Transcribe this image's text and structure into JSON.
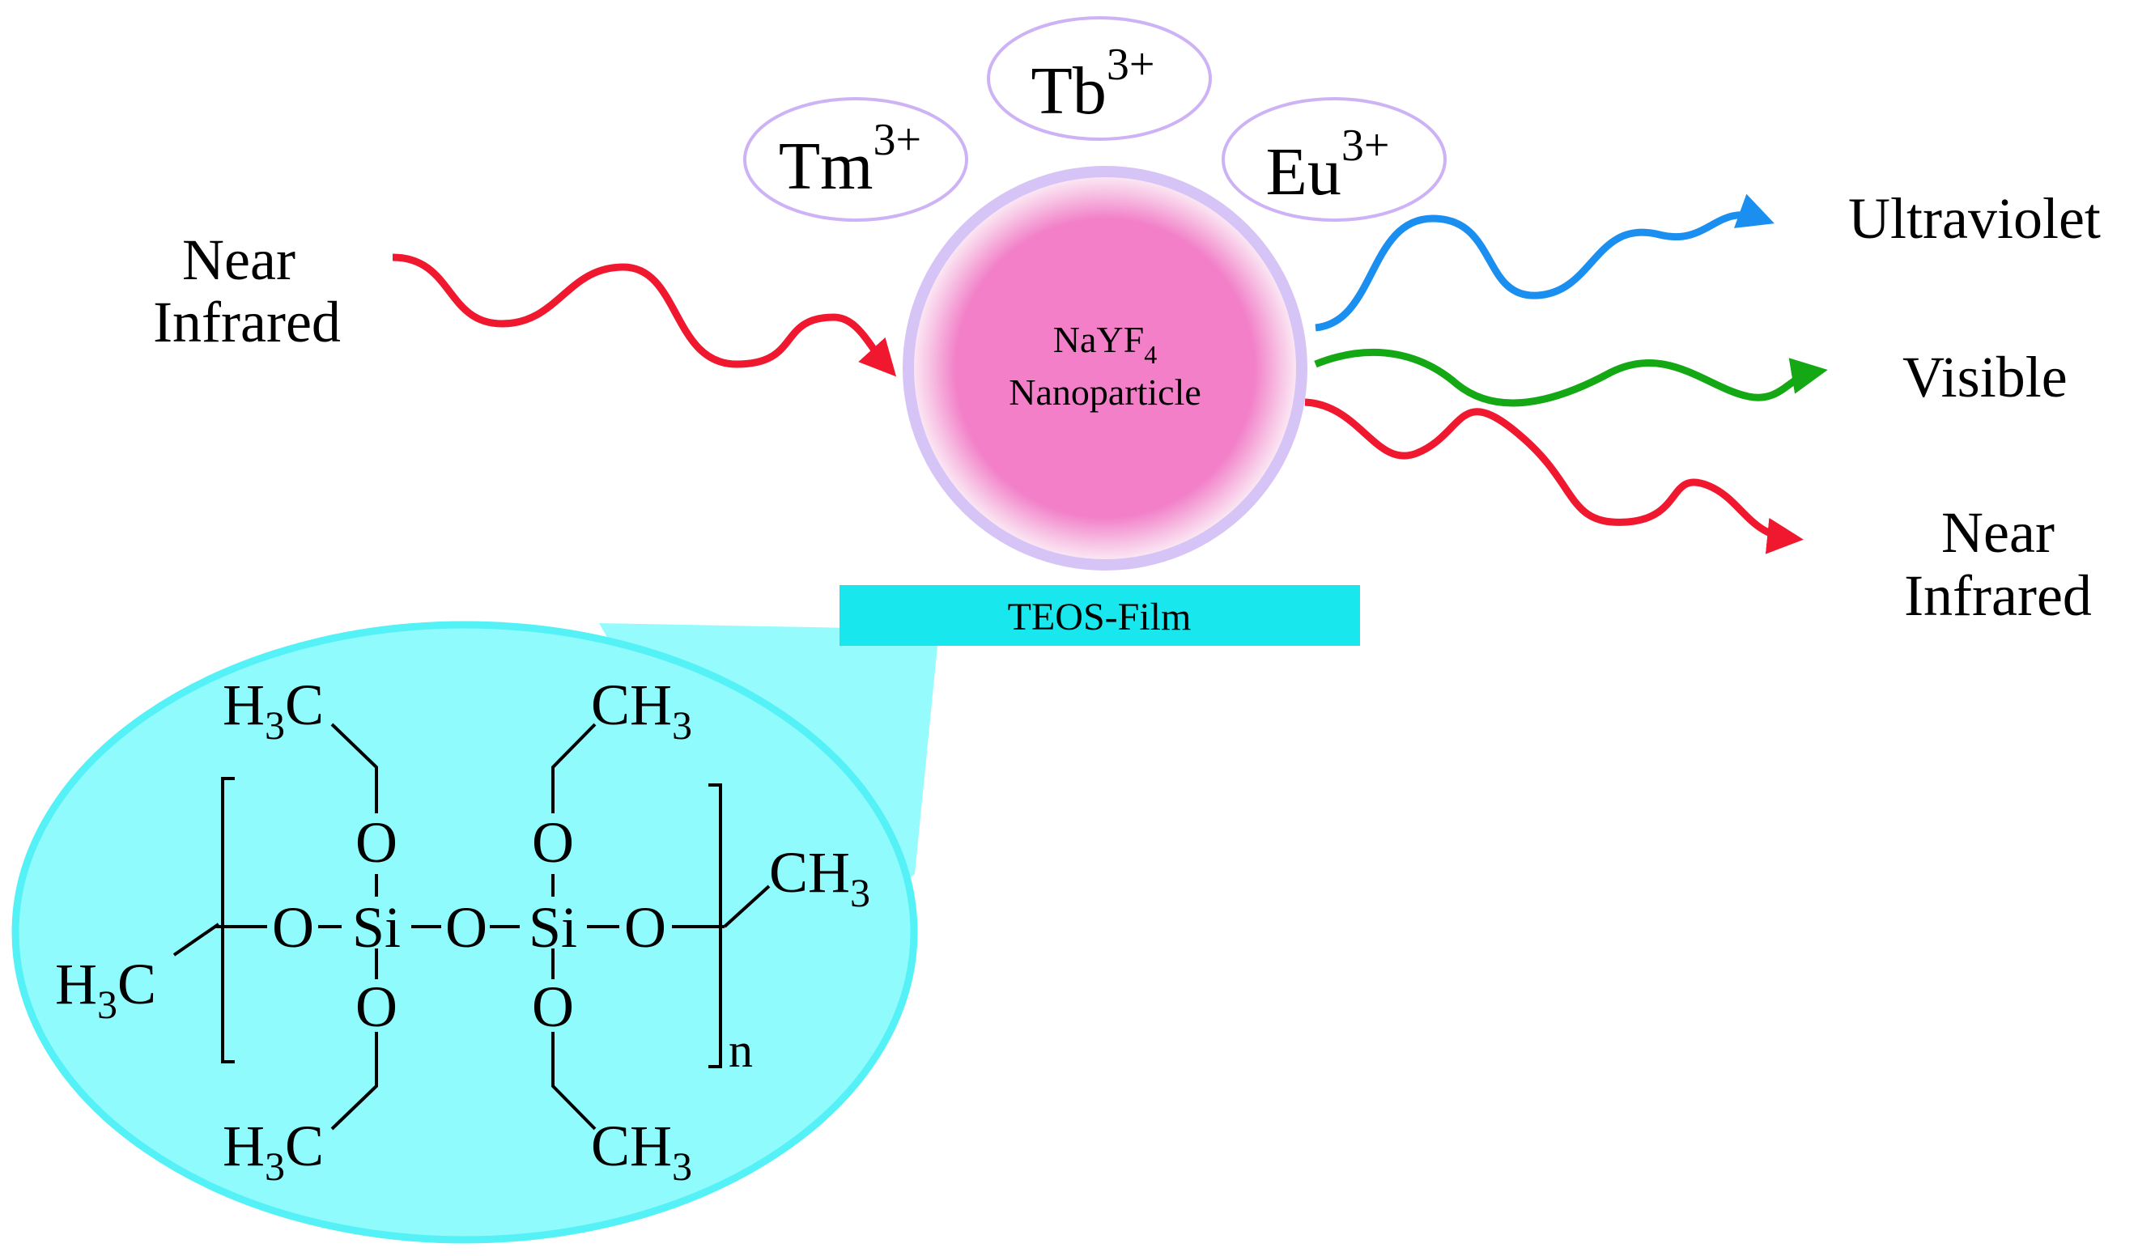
{
  "colors": {
    "ion_bubble": "#cdb2f5",
    "nanoparticle_core": "#f27fc8",
    "nanoparticle_shell": "#d6c4f6",
    "film": "#18e8ee",
    "zoom_ellipse_fill": "#8ffbfd",
    "zoom_ellipse_stroke": "#54f1f6",
    "red_wave": "#f0182e",
    "blue_wave": "#1a8ff0",
    "green_wave": "#14a814"
  },
  "input": {
    "label_line1": "Near",
    "label_line2": "Infrared"
  },
  "ions": {
    "tm": {
      "symbol": "Tm",
      "charge": "3+"
    },
    "tb": {
      "symbol": "Tb",
      "charge": "3+"
    },
    "eu": {
      "symbol": "Eu",
      "charge": "3+"
    }
  },
  "nanoparticle": {
    "formula_base": "NaYF",
    "formula_sub": "4",
    "label": "Nanoparticle"
  },
  "film": {
    "label": "TEOS-Film"
  },
  "outputs": {
    "ultraviolet": "Ultraviolet",
    "visible": "Visible",
    "nir_line1": "Near",
    "nir_line2": "Infrared"
  },
  "structure": {
    "methyl_base": "H",
    "methyl_sub": "3",
    "methyl_c": "C",
    "ch_base": "CH",
    "ch_sub": "3",
    "oxygen": "O",
    "silicon": "Si",
    "repeat": "n"
  }
}
